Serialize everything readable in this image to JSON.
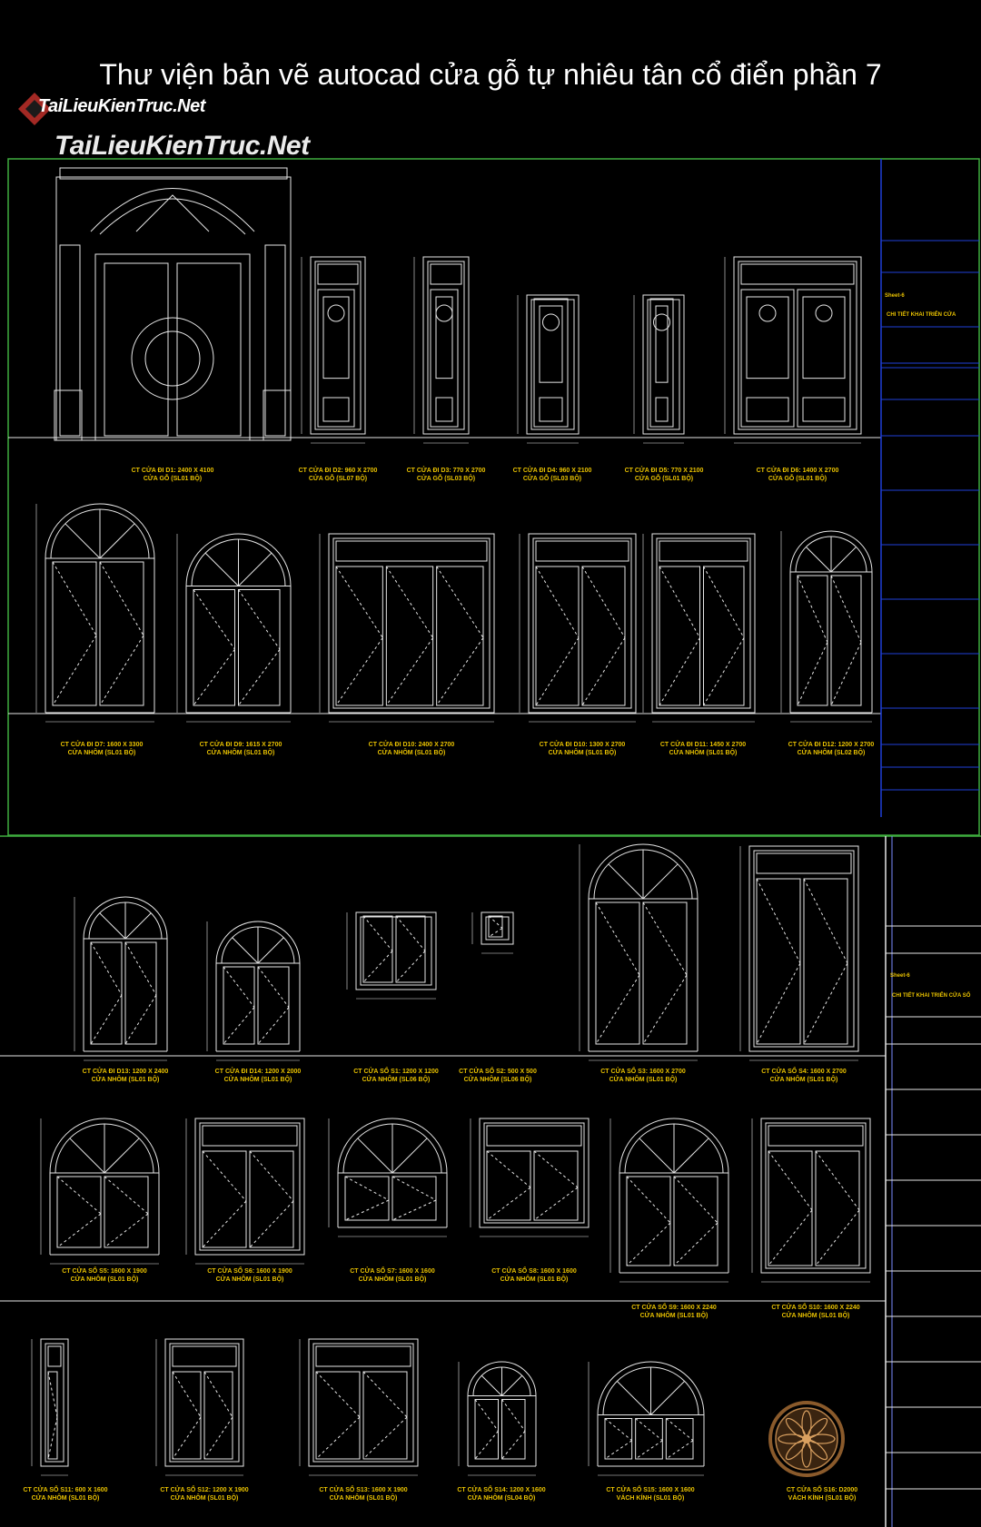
{
  "page": {
    "title": "Thư viện bản vẽ autocad cửa gỗ tự nhiêu tân cổ điển phần 7",
    "watermark_small": "TaiLieuKienTruc.Net",
    "watermark_large": "TaiLieuKienTruc.Net"
  },
  "colors": {
    "frame_green": "#3fae3f",
    "title_block_blue": "#1f3fd8",
    "line_white": "#e6e6e6",
    "label_yellow": "#e8c100",
    "rosette_brown": "#8a5a2b"
  },
  "sheet1": {
    "title_block": {
      "tag": "Sheet-6",
      "text": "CHI TIẾT KHAI TRIỂN CỬA"
    },
    "row1_labels": [
      "CT CỬA ĐI D1: 2400 X 4100",
      "CT CỬA ĐI D2: 960 X 2700",
      "CT CỬA ĐI D3: 770 X 2700",
      "CT CỬA ĐI D4: 960 X 2100",
      "CT CỬA ĐI D5: 770 X 2100",
      "CT CỬA ĐI D6: 1400 X 2700"
    ],
    "row1_sublabels": [
      "CỬA GỖ (SL01 BỘ)",
      "CỬA GỖ (SL07 BỘ)",
      "CỬA GỖ (SL03 BỘ)",
      "CỬA GỖ (SL03 BỘ)",
      "CỬA GỖ (SL01 BỘ)",
      "CỬA GỖ (SL01 BỘ)"
    ],
    "row2_labels": [
      "CT CỬA ĐI D7: 1600 X 3300",
      "CT CỬA ĐI D9: 1615 X 2700",
      "CT CỬA ĐI D10: 2400 X 2700",
      "CT CỬA ĐI D10: 1300 X 2700",
      "CT CỬA ĐI D11: 1450 X 2700",
      "CT CỬA ĐI D12: 1200 X 2700"
    ],
    "row2_sublabels": [
      "CỬA NHÔM (SL01 BỘ)",
      "CỬA NHÔM (SL01 BỘ)",
      "CỬA NHÔM (SL01 BỘ)",
      "CỬA NHÔM (SL01 BỘ)",
      "CỬA NHÔM (SL01 BỘ)",
      "CỬA NHÔM (SL02 BỘ)"
    ]
  },
  "sheet2": {
    "title_block": {
      "tag": "Sheet-6",
      "text": "CHI TIẾT KHAI TRIỂN CỬA SỔ"
    },
    "row1_labels": [
      "CT CỬA ĐI D13: 1200 X 2400",
      "CT CỬA ĐI D14: 1200 X 2000",
      "CT CỬA SỔ S1: 1200 X 1200",
      "CT CỬA SỔ S2: 500 X 500",
      "CT CỬA SỔ S3: 1600 X 2700",
      "CT CỬA SỔ S4: 1600 X 2700"
    ],
    "row1_sublabels": [
      "CỬA NHÔM (SL01 BỘ)",
      "CỬA NHÔM (SL01 BỘ)",
      "CỬA NHÔM (SL06 BỘ)",
      "CỬA NHÔM (SL06 BỘ)",
      "CỬA NHÔM (SL01 BỘ)",
      "CỬA NHÔM (SL01 BỘ)"
    ],
    "row2_labels": [
      "CT CỬA SỔ S5: 1600 X 1900",
      "CT CỬA SỔ S6: 1600 X 1900",
      "CT CỬA SỔ S7: 1600 X 1600",
      "CT CỬA SỔ S8: 1600 X 1600",
      "CT CỬA SỔ S9: 1600 X 2240",
      "CT CỬA SỔ S10: 1600 X 2240"
    ],
    "row2_sublabels": [
      "CỬA NHÔM (SL01 BỘ)",
      "CỬA NHÔM (SL01 BỘ)",
      "CỬA NHÔM (SL01 BỘ)",
      "CỬA NHÔM (SL01 BỘ)",
      "CỬA NHÔM (SL01 BỘ)",
      "CỬA NHÔM (SL01 BỘ)"
    ],
    "row3_labels": [
      "CT CỬA SỔ S11: 600 X 1600",
      "CT CỬA SỔ S12: 1200 X 1900",
      "CT CỬA SỔ S13: 1600 X 1900",
      "CT CỬA SỔ S14: 1200 X 1600",
      "CT CỬA SỔ S15: 1600 X 1600",
      "CT CỬA SỔ S16: D2000"
    ],
    "row3_sublabels": [
      "CỬA NHÔM (SL01 BỘ)",
      "CỬA NHÔM (SL01 BỘ)",
      "CỬA NHÔM (SL01 BỘ)",
      "CỬA NHÔM (SL04 BỘ)",
      "VÁCH KÍNH (SL01 BỘ)",
      "VÁCH KÍNH (SL01 BỘ)"
    ]
  }
}
